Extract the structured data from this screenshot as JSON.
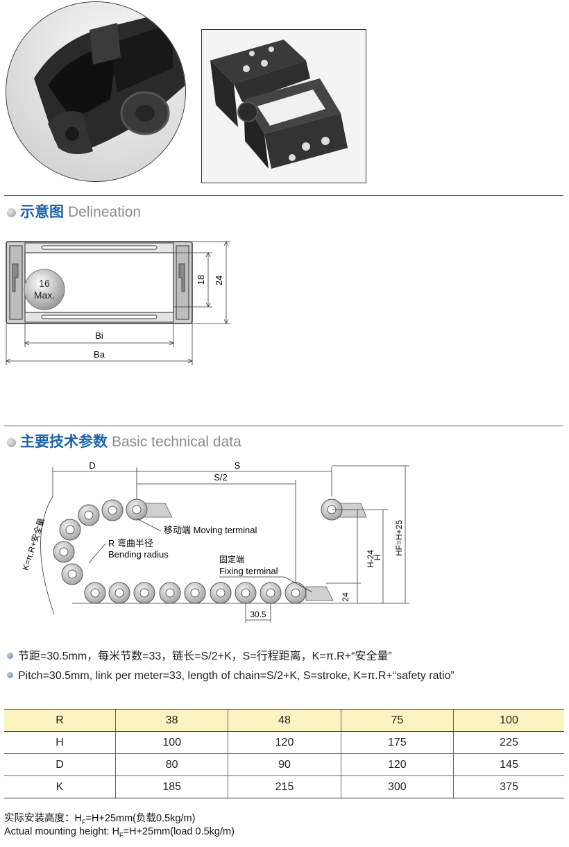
{
  "sections": {
    "delineation": {
      "cn": "示意图",
      "en": "Delineation"
    },
    "technical": {
      "cn": "主要技术参数",
      "en": "Basic technical data"
    }
  },
  "delineation_diagram": {
    "max_label_num": "16",
    "max_label_text": "Max.",
    "dim_inner_height": "18",
    "dim_outer_height": "24",
    "dim_inner_width": "Bi",
    "dim_outer_width": "Ba"
  },
  "chain_diagram": {
    "label_d": "D",
    "label_s": "S",
    "label_s_half": "S/2",
    "label_k": "K=π.R+安全量",
    "label_radius_cn": "R 弯曲半径",
    "label_radius_en": "Bending radius",
    "label_moving": "移动端 Moving terminal",
    "label_fixing_cn": "固定端",
    "label_fixing_en": "Fixing terminal",
    "label_h_minus": "H-24",
    "label_h": "H",
    "label_hf": "HF=H+25",
    "label_24": "24",
    "label_pitch": "30.5"
  },
  "notes": {
    "cn": "节距=30.5mm，每米节数=33，链长=S/2+K，S=行程距离，K=π.R+“安全量”",
    "en": "Pitch=30.5mm, link per meter=33, length of chain=S/2+K, S=stroke, K=π.R+“safety ratio”"
  },
  "table": {
    "rows": [
      {
        "label": "R",
        "values": [
          "38",
          "48",
          "75",
          "100"
        ]
      },
      {
        "label": "H",
        "values": [
          "100",
          "120",
          "175",
          "225"
        ]
      },
      {
        "label": "D",
        "values": [
          "80",
          "90",
          "120",
          "145"
        ]
      },
      {
        "label": "K",
        "values": [
          "185",
          "215",
          "300",
          "375"
        ]
      }
    ]
  },
  "footer": {
    "cn_prefix": "实际安装高度：H",
    "cn_sub": "F",
    "cn_suffix": "=H+25mm(负载0.5kg/m)",
    "en_prefix": "Actual mounting height: H",
    "en_sub": "F",
    "en_suffix": "=H+25mm(load 0.5kg/m)"
  }
}
